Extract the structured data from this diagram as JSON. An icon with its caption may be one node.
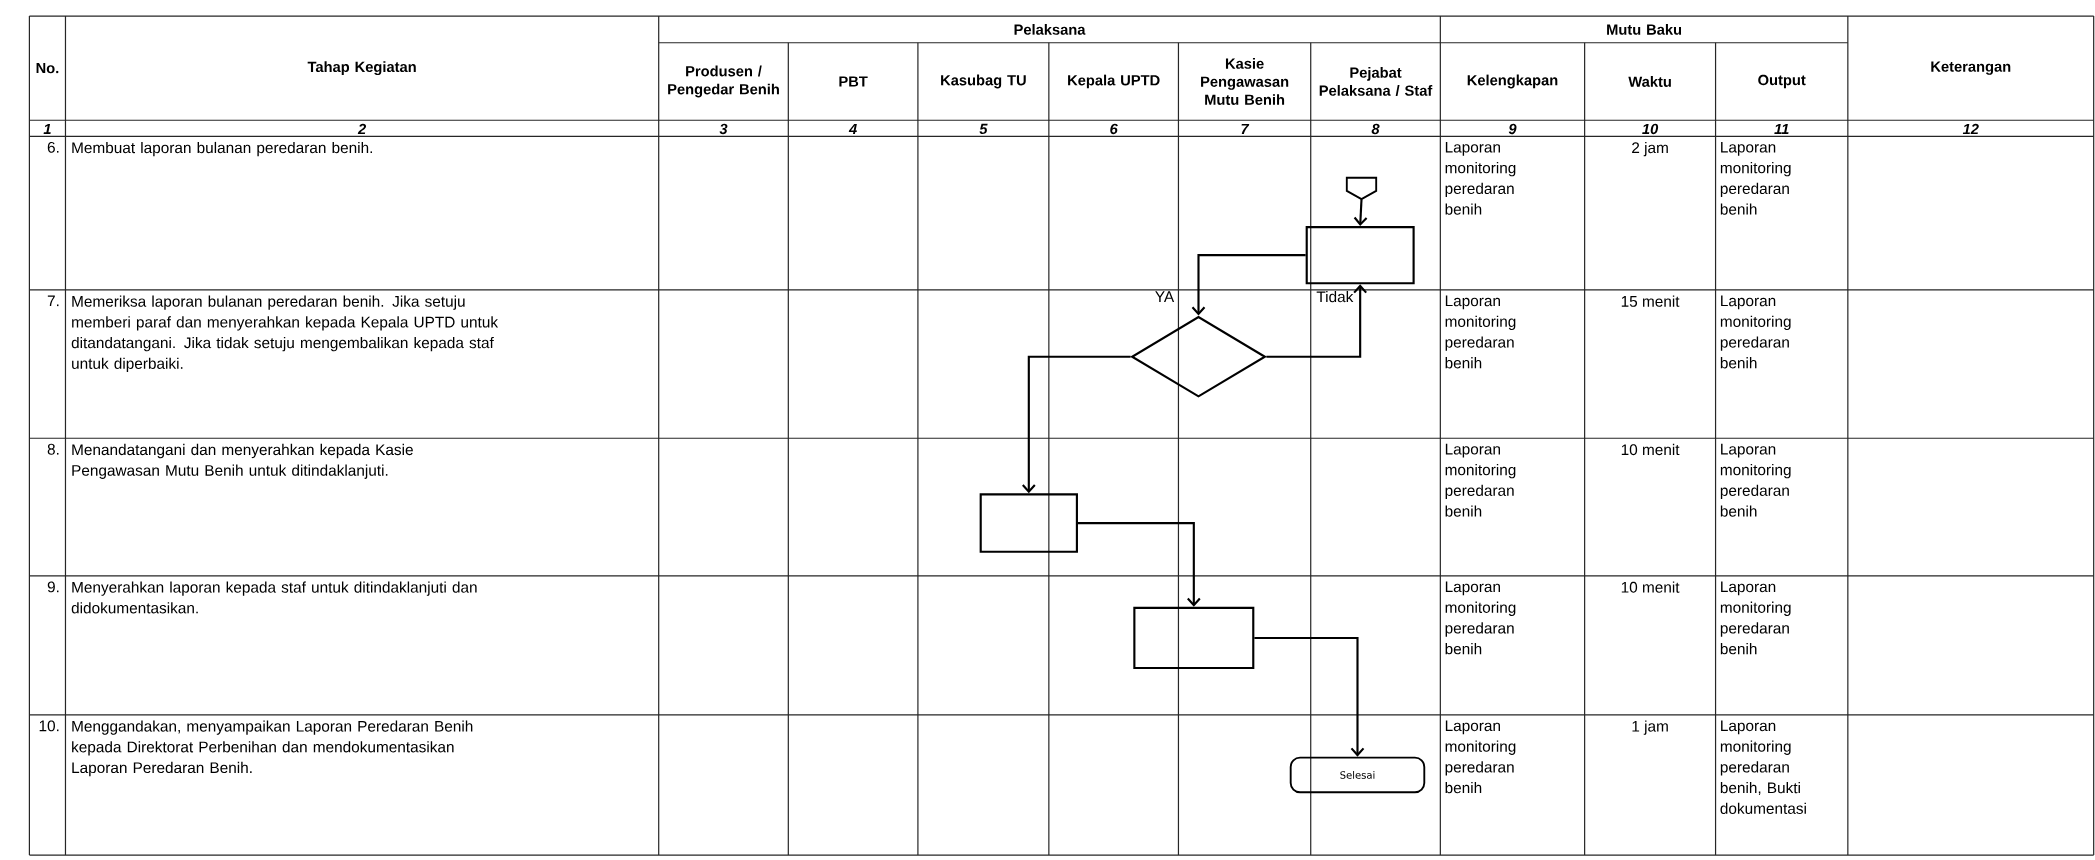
{
  "diagram": {
    "nodes": [
      {
        "text": [],
        "shape": "pentagon"
      },
      {
        "text": [],
        "shape": "box"
      },
      {
        "text": [],
        "shape": "diamond"
      },
      {
        "text": [],
        "shape": "box"
      },
      {
        "text": [],
        "shape": "box"
      },
      {
        "text": [
          "Selesai"
        ]
      }
    ],
    "edges": [
      {
        "from": 0,
        "to": 1,
        "arrow": "to"
      },
      {
        "from": 1,
        "to": 2,
        "arrow": "to"
      },
      {
        "from": 2,
        "to": 3,
        "arrow": "to",
        "label": "YA"
      },
      {
        "from": 2,
        "to": 1,
        "arrow": "to",
        "label": "Tidak"
      },
      {
        "from": 3,
        "to": 4,
        "arrow": "to"
      },
      {
        "from": 4,
        "to": 5,
        "arrow": "to"
      }
    ],
    "labels": [
      "No.",
      "Tahap Kegiatan",
      "Pelaksana",
      "Mutu Baku",
      "Keterangan",
      "Produsen / Pengedar Benih",
      "PBT",
      "Kasubag TU",
      "Kepala UPTD",
      "Kasie Pengawasan Mutu Benih",
      "Pejabat Pelaksana / Staf",
      "Kelengkapan",
      "Waktu",
      "Output",
      "1",
      "2",
      "3",
      "4",
      "5",
      "6",
      "7",
      "8",
      "9",
      "10",
      "11",
      "12",
      "6.",
      "Membuat laporan bulanan peredaran benih.",
      "Laporan monitoring peredaran benih",
      "2 jam",
      "Laporan monitoring peredaran benih",
      "7.",
      "Memeriksa laporan bulanan peredaran benih. Jika setuju memberi paraf dan menyerahkan kepada Kepala UPTD untuk ditandatangani. Jika tidak setuju mengembalikan kepada staf untuk diperbaiki.",
      "Laporan monitoring peredaran benih",
      "15 menit",
      "Laporan monitoring peredaran benih",
      "8.",
      "Menandatangani dan menyerahkan kepada Kasie Pengawasan Mutu Benih untuk ditindaklanjuti.",
      "Laporan monitoring peredaran benih",
      "10 menit",
      "Laporan monitoring peredaran benih",
      "9.",
      "Menyerahkan laporan kepada staf untuk ditindaklanjuti dan didokumentasikan.",
      "Laporan monitoring peredaran benih",
      "10 menit",
      "Laporan monitoring peredaran benih",
      "10.",
      "Menggandakan, menyampaikan Laporan Peredaran Benih kepada Direktorat Perbenihan dan mendokumentasikan Laporan Peredaran Benih.",
      "Laporan monitoring peredaran benih",
      "1 jam",
      "Laporan monitoring peredaran benih, Bukti dokumentasi"
    ]
  }
}
